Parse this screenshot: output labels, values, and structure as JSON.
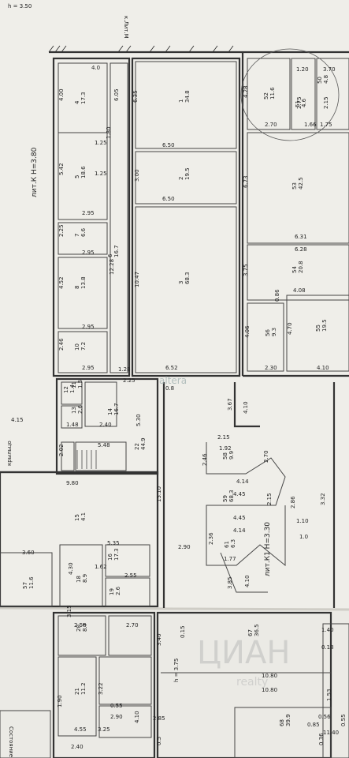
{
  "header_note": "к.Лит.М",
  "watermark_top": "altera",
  "watermark_bottom": "ЦИАН",
  "watermark_bottom_sub": "realty",
  "side_label": "Состояние",
  "letters": [
    {
      "text": "лит.К  Н=3.80"
    },
    {
      "text": "лит.К1  Н=3.30"
    },
    {
      "text": "крыльцо"
    }
  ],
  "rooms": [
    {
      "num": "4",
      "area": "17.3"
    },
    {
      "num": "1",
      "area": "34.8"
    },
    {
      "num": "2",
      "area": "19.5"
    },
    {
      "num": "3",
      "area": "68.3"
    },
    {
      "num": "5",
      "area": "18.6"
    },
    {
      "num": "6",
      "area": "16.7"
    },
    {
      "num": "7",
      "area": "6.6"
    },
    {
      "num": "8",
      "area": "13.8"
    },
    {
      "num": "10",
      "area": "7.2"
    },
    {
      "num": "11",
      "area": "1.5"
    },
    {
      "num": "12",
      "area": "1.4"
    },
    {
      "num": "13",
      "area": "2.6"
    },
    {
      "num": "14",
      "area": "16.7"
    },
    {
      "num": "22",
      "area": "44.9"
    },
    {
      "num": "15",
      "area": "4.1"
    },
    {
      "num": "16",
      "area": "17.3"
    },
    {
      "num": "18",
      "area": "8.9"
    },
    {
      "num": "19",
      "area": "2.6"
    },
    {
      "num": "20",
      "area": "8.7"
    },
    {
      "num": "21",
      "area": "11.2"
    },
    {
      "num": "57",
      "area": "11.6"
    },
    {
      "num": "52",
      "area": "11.6"
    },
    {
      "num": "50",
      "area": "4.8"
    },
    {
      "num": "51",
      "area": "4.6"
    },
    {
      "num": "53",
      "area": "42.5"
    },
    {
      "num": "54",
      "area": "20.8"
    },
    {
      "num": "55",
      "area": "19.5"
    },
    {
      "num": "56",
      "area": "9.3"
    },
    {
      "num": "58",
      "area": "9.9"
    },
    {
      "num": "59",
      "area": "68.3"
    },
    {
      "num": "61",
      "area": "6.3"
    },
    {
      "num": "67",
      "area": "36.5"
    },
    {
      "num": "68",
      "area": "39.9"
    }
  ],
  "dimensions": [
    "4.0",
    "4.00",
    "6.05",
    "6.35",
    "6.50",
    "6.50",
    "3.00",
    "10.47",
    "6.52",
    "5.42",
    "2.95",
    "2.25",
    "2.95",
    "4.52",
    "2.95",
    "2.46",
    "2.95",
    "1.28",
    "12.28",
    "1.25",
    "1.25",
    "1.80",
    "6.73",
    "6.31",
    "6.28",
    "3.75",
    "4.08",
    "0.86",
    "4.70",
    "4.06",
    "2.30",
    "4.10",
    "2.70",
    "1.66",
    "1.75",
    "1.20",
    "3.70",
    "2.75",
    "2.15",
    "4.28",
    "2.25",
    "0.8",
    "3.67",
    "4.10",
    "1.48",
    "2.40",
    "2.02",
    "5.48",
    "5.30",
    "4.15",
    "9.80",
    "15.10",
    "2.90",
    "4.45",
    "4.45",
    "4.14",
    "4.14",
    "2.15",
    "2.15",
    "2.36",
    "2.46",
    "1.92",
    "1.77",
    "3.32",
    "2.86",
    "2.70",
    "1.10",
    "1.0",
    "4.10",
    "3.85",
    "3.60",
    "5.35",
    "4.30",
    "1.62",
    "2.55",
    "3.15",
    "2.58",
    "2.70",
    "3.40",
    "1.40",
    "0.18",
    "10.80",
    "10.80",
    "1.53",
    "0.56",
    "0.85",
    "0.55",
    "2.90",
    "3.25",
    "3.22",
    "1.90",
    "4.55",
    "2.40",
    "2.85",
    "0.5",
    "0.55",
    "11.40",
    "0.36",
    "4.10",
    "0.15",
    "h = 3.75",
    "h = 3.50"
  ]
}
